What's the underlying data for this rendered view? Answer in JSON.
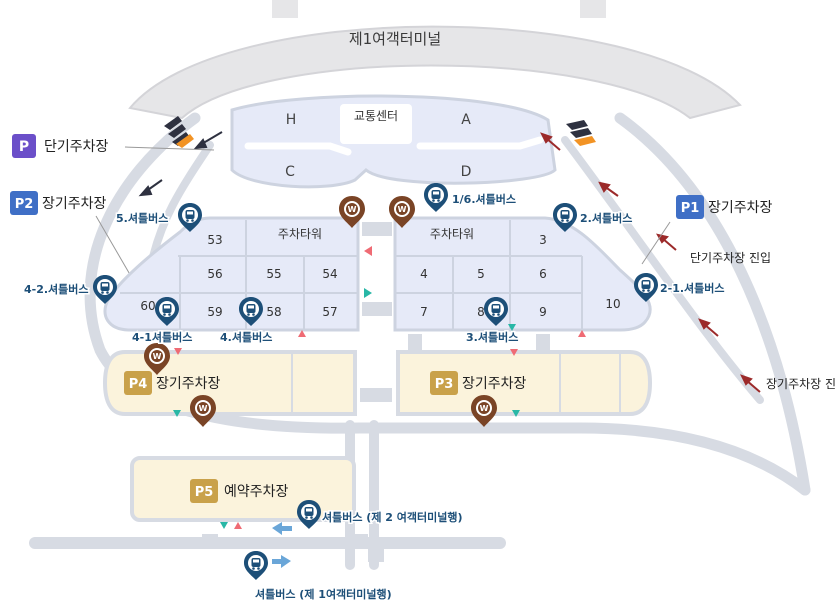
{
  "terminal": {
    "title": "제1여객터미널"
  },
  "transport_center": {
    "label": "교통센터"
  },
  "gates": {
    "H": "H",
    "A": "A",
    "C": "C",
    "D": "D"
  },
  "lots": {
    "p_short": {
      "badge": "P",
      "label": "단기주차장"
    },
    "p1": {
      "badge": "P1",
      "label": "장기주차장"
    },
    "p2": {
      "badge": "P2",
      "label": "장기주차장"
    },
    "p3": {
      "badge": "P3",
      "label": "장기주차장"
    },
    "p4": {
      "badge": "P4",
      "label": "장기주차장"
    },
    "p5": {
      "badge": "P5",
      "label": "예약주차장"
    }
  },
  "blocks": {
    "tower_left": "주차타워",
    "tower_right": "주차타워",
    "b53": "53",
    "b56": "56",
    "b55": "55",
    "b54": "54",
    "b60": "60",
    "b59": "59",
    "b58": "58",
    "b57": "57",
    "b3": "3",
    "b4": "4",
    "b5": "5",
    "b6": "6",
    "b7": "7",
    "b8": "8",
    "b9": "9",
    "b10": "10"
  },
  "shuttles": {
    "s16": "1/6.셔틀버스",
    "s5": "5.셔틀버스",
    "s2": "2.셔틀버스",
    "s42": "4-2.셔틀버스",
    "s21": "2-1.셔틀버스",
    "s41": "4-1셔틀버스",
    "s4": "4.셔틀버스",
    "s3": "3.셔틀버스",
    "s_t2": "셔틀버스 (제 2 여객터미널행)",
    "s_t1": "셔틀버스 (제 1여객터미널행)"
  },
  "roads": {
    "short_entry": "단기주차장 진입",
    "long_entry": "장기주차장 진"
  },
  "colors": {
    "road": "#d7dbe3",
    "lot_blue": "#e6eaf8",
    "lot_stroke": "#cdd3e0",
    "lot_yellow": "#fbf3dc",
    "badge_purple": "#6b4fc9",
    "badge_blue": "#3f6fc6",
    "badge_gold": "#c9a14a",
    "pin_navy": "#1d4f78",
    "pin_brown": "#7a4426",
    "arrow_red": "#9c2a2a",
    "marker_teal": "#28b7a6",
    "marker_pink": "#ef6b74"
  },
  "icons": {
    "bus_pin": "bus-stop-pin-icon",
    "cafe_pin": "cafe-pin-icon",
    "chevrons": "direction-chevron-icon",
    "arrow": "direction-arrow-icon"
  }
}
